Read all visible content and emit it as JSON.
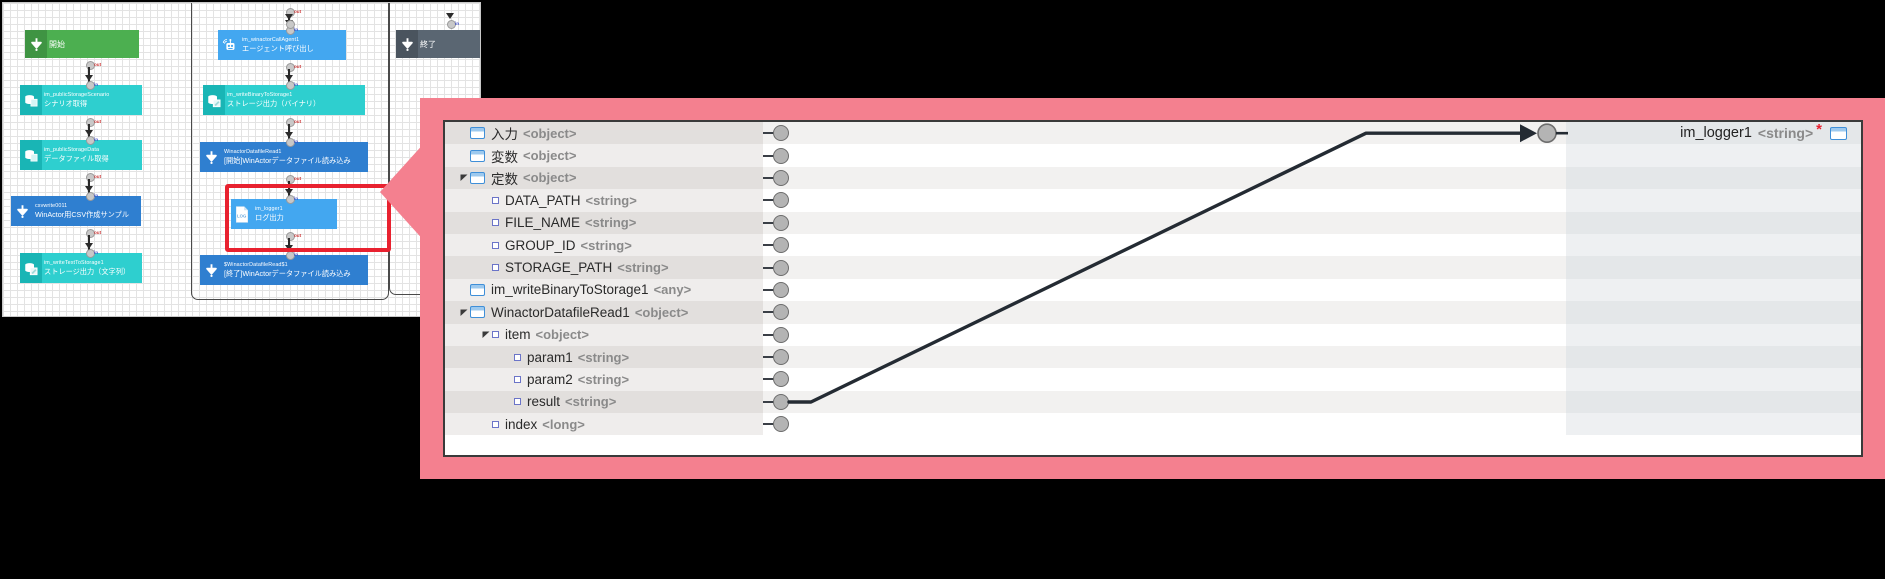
{
  "flow": {
    "nodes": [
      {
        "id": "start",
        "name": "",
        "label": "開始",
        "style": "n-green",
        "icon": "down-arrow-icon"
      },
      {
        "id": "n1",
        "name": "im_publicStorageScenario",
        "label": "シナリオ取得",
        "style": "n-teal",
        "icon": "database-icon"
      },
      {
        "id": "n2",
        "name": "im_publicStorageData",
        "label": "データファイル取得",
        "style": "n-teal",
        "icon": "database-icon"
      },
      {
        "id": "n3",
        "name": "csvwrite0011",
        "label": "WinActor用CSV作成サンプル",
        "style": "n-dblue",
        "icon": "down-arrow-icon"
      },
      {
        "id": "n4",
        "name": "im_writeTextToStorage1",
        "label": "ストレージ出力（文字列）",
        "style": "n-teal",
        "icon": "database-write-icon"
      },
      {
        "id": "n5",
        "name": "im_winactorCallAgent1",
        "label": "エージェント呼び出し",
        "style": "n-lblue",
        "icon": "robot-icon"
      },
      {
        "id": "n6",
        "name": "im_writeBinaryToStorage1",
        "label": "ストレージ出力（バイナリ）",
        "style": "n-teal",
        "icon": "database-write-icon"
      },
      {
        "id": "n7",
        "name": "WinactorDatafileRead1",
        "label": "[開始]WinActorデータファイル読み込み",
        "style": "n-dblue",
        "icon": "down-arrow-icon"
      },
      {
        "id": "n8",
        "name": "im_logger1",
        "label": "ログ出力",
        "style": "n-lblue",
        "icon": "log-icon"
      },
      {
        "id": "n9",
        "name": "$WinactorDatafileRead$1",
        "label": "[終了]WinActorデータファイル読み込み",
        "style": "n-dblue",
        "icon": "down-arrow-icon"
      },
      {
        "id": "end",
        "name": "",
        "label": "終了",
        "style": "n-gray",
        "icon": "down-arrow-icon"
      }
    ],
    "port_out_label": "out",
    "port_in_label": "in",
    "highlight_color": "#e8212f"
  },
  "callout": {
    "color": "#f4808f"
  },
  "mapper": {
    "target": {
      "name": "im_logger1",
      "type": "<string>",
      "required_mark": "*",
      "icon": "object-icon"
    },
    "rows": [
      {
        "indent": 0,
        "twisty": "none",
        "icon": "object-icon",
        "label": "入力",
        "type": "<object>"
      },
      {
        "indent": 0,
        "twisty": "none",
        "icon": "object-icon",
        "label": "変数",
        "type": "<object>"
      },
      {
        "indent": 0,
        "twisty": "expanded",
        "icon": "object-icon",
        "label": "定数",
        "type": "<object>"
      },
      {
        "indent": 1,
        "twisty": "none",
        "icon": "field-icon",
        "label": "DATA_PATH",
        "type": "<string>"
      },
      {
        "indent": 1,
        "twisty": "none",
        "icon": "field-icon",
        "label": "FILE_NAME",
        "type": "<string>"
      },
      {
        "indent": 1,
        "twisty": "none",
        "icon": "field-icon",
        "label": "GROUP_ID",
        "type": "<string>"
      },
      {
        "indent": 1,
        "twisty": "none",
        "icon": "field-icon",
        "label": "STORAGE_PATH",
        "type": "<string>"
      },
      {
        "indent": 0,
        "twisty": "none",
        "icon": "object-icon",
        "label": "im_writeBinaryToStorage1",
        "type": "<any>"
      },
      {
        "indent": 0,
        "twisty": "expanded",
        "icon": "object-icon",
        "label": "WinactorDatafileRead1",
        "type": "<object>"
      },
      {
        "indent": 1,
        "twisty": "expanded",
        "icon": "field-icon",
        "label": "item",
        "type": "<object>"
      },
      {
        "indent": 2,
        "twisty": "none",
        "icon": "field-icon",
        "label": "param1",
        "type": "<string>"
      },
      {
        "indent": 2,
        "twisty": "none",
        "icon": "field-icon",
        "label": "param2",
        "type": "<string>"
      },
      {
        "indent": 2,
        "twisty": "none",
        "icon": "field-icon",
        "label": "result",
        "type": "<string>"
      },
      {
        "indent": 1,
        "twisty": "none",
        "icon": "field-icon",
        "label": "index",
        "type": "<long>"
      }
    ],
    "connection": {
      "from_row": 12,
      "to_row": 0,
      "color": "#242b33"
    }
  }
}
